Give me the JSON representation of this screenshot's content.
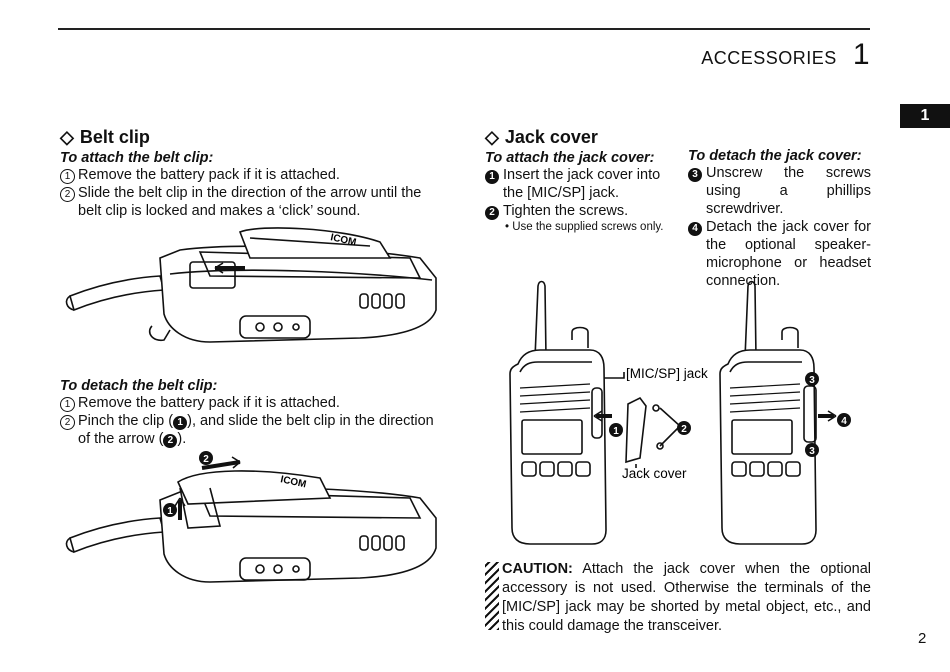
{
  "header": {
    "section": "ACCESSORIES",
    "number": "1"
  },
  "tab_label": "1",
  "page_number": "2",
  "belt_clip": {
    "title": "Belt clip",
    "attach_title": "To attach the belt clip:",
    "attach_steps": [
      {
        "marker": "1",
        "text": "Remove the battery pack if it is attached."
      },
      {
        "marker": "2",
        "text": "Slide the belt clip in the direction of the arrow until the belt clip is locked and makes a ‘click’ sound."
      }
    ],
    "detach_title": "To detach the belt clip:",
    "detach_steps": [
      {
        "marker": "1",
        "text": "Remove the battery pack if it is attached."
      },
      {
        "marker": "2",
        "text_a": "Pinch the clip (",
        "ref1": "1",
        "text_b": "), and slide the belt clip in the direction of the arrow (",
        "ref2": "2",
        "text_c": ")."
      }
    ],
    "fig2_callouts": [
      "1",
      "2"
    ],
    "brand": "ICOM"
  },
  "jack_cover": {
    "title": "Jack cover",
    "attach_title": "To attach the jack cover:",
    "attach_steps": [
      {
        "marker": "1",
        "text": "Insert the jack cover into the [MIC/SP] jack."
      },
      {
        "marker": "2",
        "text": "Tighten the screws."
      }
    ],
    "attach_note": "• Use the supplied screws only.",
    "detach_title": "To detach the jack cover:",
    "detach_steps": [
      {
        "marker": "3",
        "text": "Unscrew the screws using a phillips screwdriver."
      },
      {
        "marker": "4",
        "text": "Detach the jack cover for the optional speaker-microphone or headset connection."
      }
    ],
    "labels": {
      "jack": "[MIC/SP] jack",
      "cover": "Jack cover"
    },
    "callouts": [
      "1",
      "2",
      "3",
      "4",
      "3"
    ]
  },
  "caution": {
    "label": "CAUTION:",
    "text": " Attach the jack cover when the optional accessory is not used. Otherwise the terminals of the [MIC/SP] jack may be shorted by metal object, etc., and this could damage the transceiver."
  }
}
